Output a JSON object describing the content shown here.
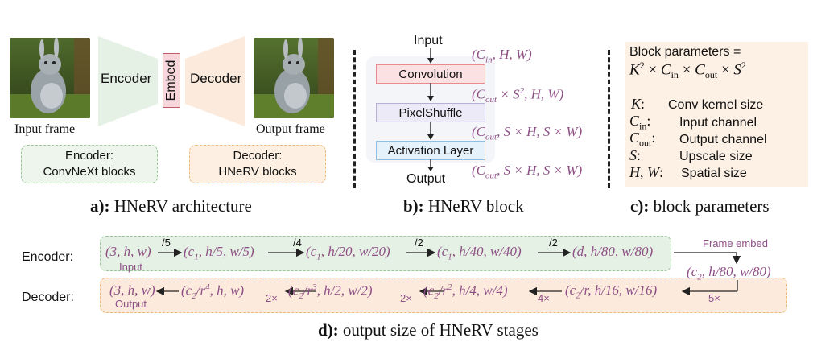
{
  "panel_a": {
    "encoder_label": "Encoder",
    "embed_label": "Embed",
    "decoder_label": "Decoder",
    "input_frame_label": "Input frame",
    "output_frame_label": "Output frame",
    "encoder_box_line1": "Encoder:",
    "encoder_box_line2": "ConvNeXt blocks",
    "decoder_box_line1": "Decoder:",
    "decoder_box_line2": "HNeRV blocks",
    "caption_bold": "a):",
    "caption_text": " HNeRV architecture"
  },
  "panel_b": {
    "input_label": "Input",
    "output_label": "Output",
    "convolution": "Convolution",
    "pixelshuffle": "PixelShuffle",
    "activation": "Activation Layer",
    "caption_bold": "b):",
    "caption_text": " HNeRV block"
  },
  "panel_c": {
    "title": "Block parameters =",
    "rows": [
      {
        "symbol": "K:",
        "desc": "Conv kernel size"
      },
      {
        "symbol": "C_in:",
        "desc": "Input channel"
      },
      {
        "symbol": "C_out:",
        "desc": "Output channel"
      },
      {
        "symbol": "S:",
        "desc": "Upscale size"
      },
      {
        "symbol": "H, W:",
        "desc": "Spatial size"
      }
    ],
    "caption_bold": "c):",
    "caption_text": " block parameters"
  },
  "panel_d": {
    "encoder_row_label": "Encoder:",
    "decoder_row_label": "Decoder:",
    "input_note": "Input",
    "output_note": "Output",
    "frame_embed_label": "Frame embed",
    "encoder_ops": [
      "/5",
      "/4",
      "/2",
      "/2"
    ],
    "decoder_ops": [
      "5×",
      "4×",
      "2×",
      "2×"
    ],
    "caption_bold": "d):",
    "caption_text": " output size of HNeRV stages"
  },
  "colors": {
    "encoder_green": "#e6f1e5",
    "decoder_orange": "#fcebdc",
    "embed_pink": "#f7d6dc",
    "conv_fill": "#fce1e2",
    "shuffle_fill": "#eceaf6",
    "activation_fill": "#e5f1fb",
    "math_purple": "#8e4f86"
  }
}
